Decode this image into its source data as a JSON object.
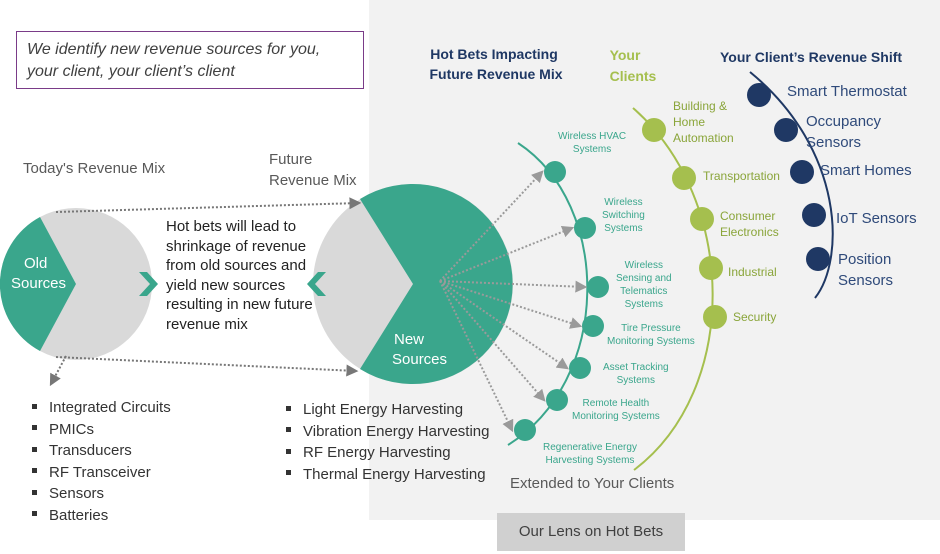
{
  "tagline": "We identify new revenue sources for you, your client, your client’s client",
  "todays_mix_label": "Today's Revenue Mix",
  "future_mix_label": [
    "Future",
    "Revenue Mix"
  ],
  "old_sources_label": [
    "Old",
    "Sources"
  ],
  "new_sources_label": [
    "New",
    "Sources"
  ],
  "description": "Hot bets will lead to shrinkage of revenue from old sources and yield new sources resulting in new future revenue mix",
  "old_sources_items": [
    "Integrated Circuits",
    "PMICs",
    "Transducers",
    "RF Transceiver",
    "Sensors",
    "Batteries"
  ],
  "new_sources_items": [
    "Light Energy Harvesting",
    "Vibration Energy Harvesting",
    "RF Energy Harvesting",
    "Thermal Energy Harvesting"
  ],
  "headers": {
    "hot_bets": [
      "Hot Bets Impacting",
      "Future Revenue Mix"
    ],
    "your_clients": [
      "Your",
      "Clients"
    ],
    "revenue_shift": "Your Client’s Revenue Shift"
  },
  "hot_bets": [
    [
      "Wireless HVAC",
      "Systems"
    ],
    [
      "Wireless",
      "Switching",
      "Systems"
    ],
    [
      "Wireless",
      "Sensing and",
      "Telematics",
      "Systems"
    ],
    [
      "Tire Pressure",
      "Monitoring Systems"
    ],
    [
      "Asset Tracking",
      "Systems"
    ],
    [
      "Remote Health",
      "Monitoring Systems"
    ],
    [
      "Regenerative Energy",
      "Harvesting Systems"
    ]
  ],
  "clients": [
    [
      "Building &",
      "Home",
      "Automation"
    ],
    [
      "Transportation"
    ],
    [
      "Consumer",
      "Electronics"
    ],
    [
      "Industrial"
    ],
    [
      "Security"
    ]
  ],
  "revenue_shift": [
    [
      "Smart Thermostat"
    ],
    [
      "Occupancy",
      "Sensors"
    ],
    [
      "Smart Homes"
    ],
    [
      "IoT Sensors"
    ],
    [
      "Position",
      "Sensors"
    ]
  ],
  "extended_label": "Extended to Your Clients",
  "lens_label": "Our Lens on Hot Bets",
  "colors": {
    "teal": "#3aa68c",
    "lime": "#a5bf4e",
    "navy": "#1f3864",
    "gray": "#d9d9d9",
    "panel": "#f2f2f2",
    "tagline_border": "#7a3b88"
  }
}
